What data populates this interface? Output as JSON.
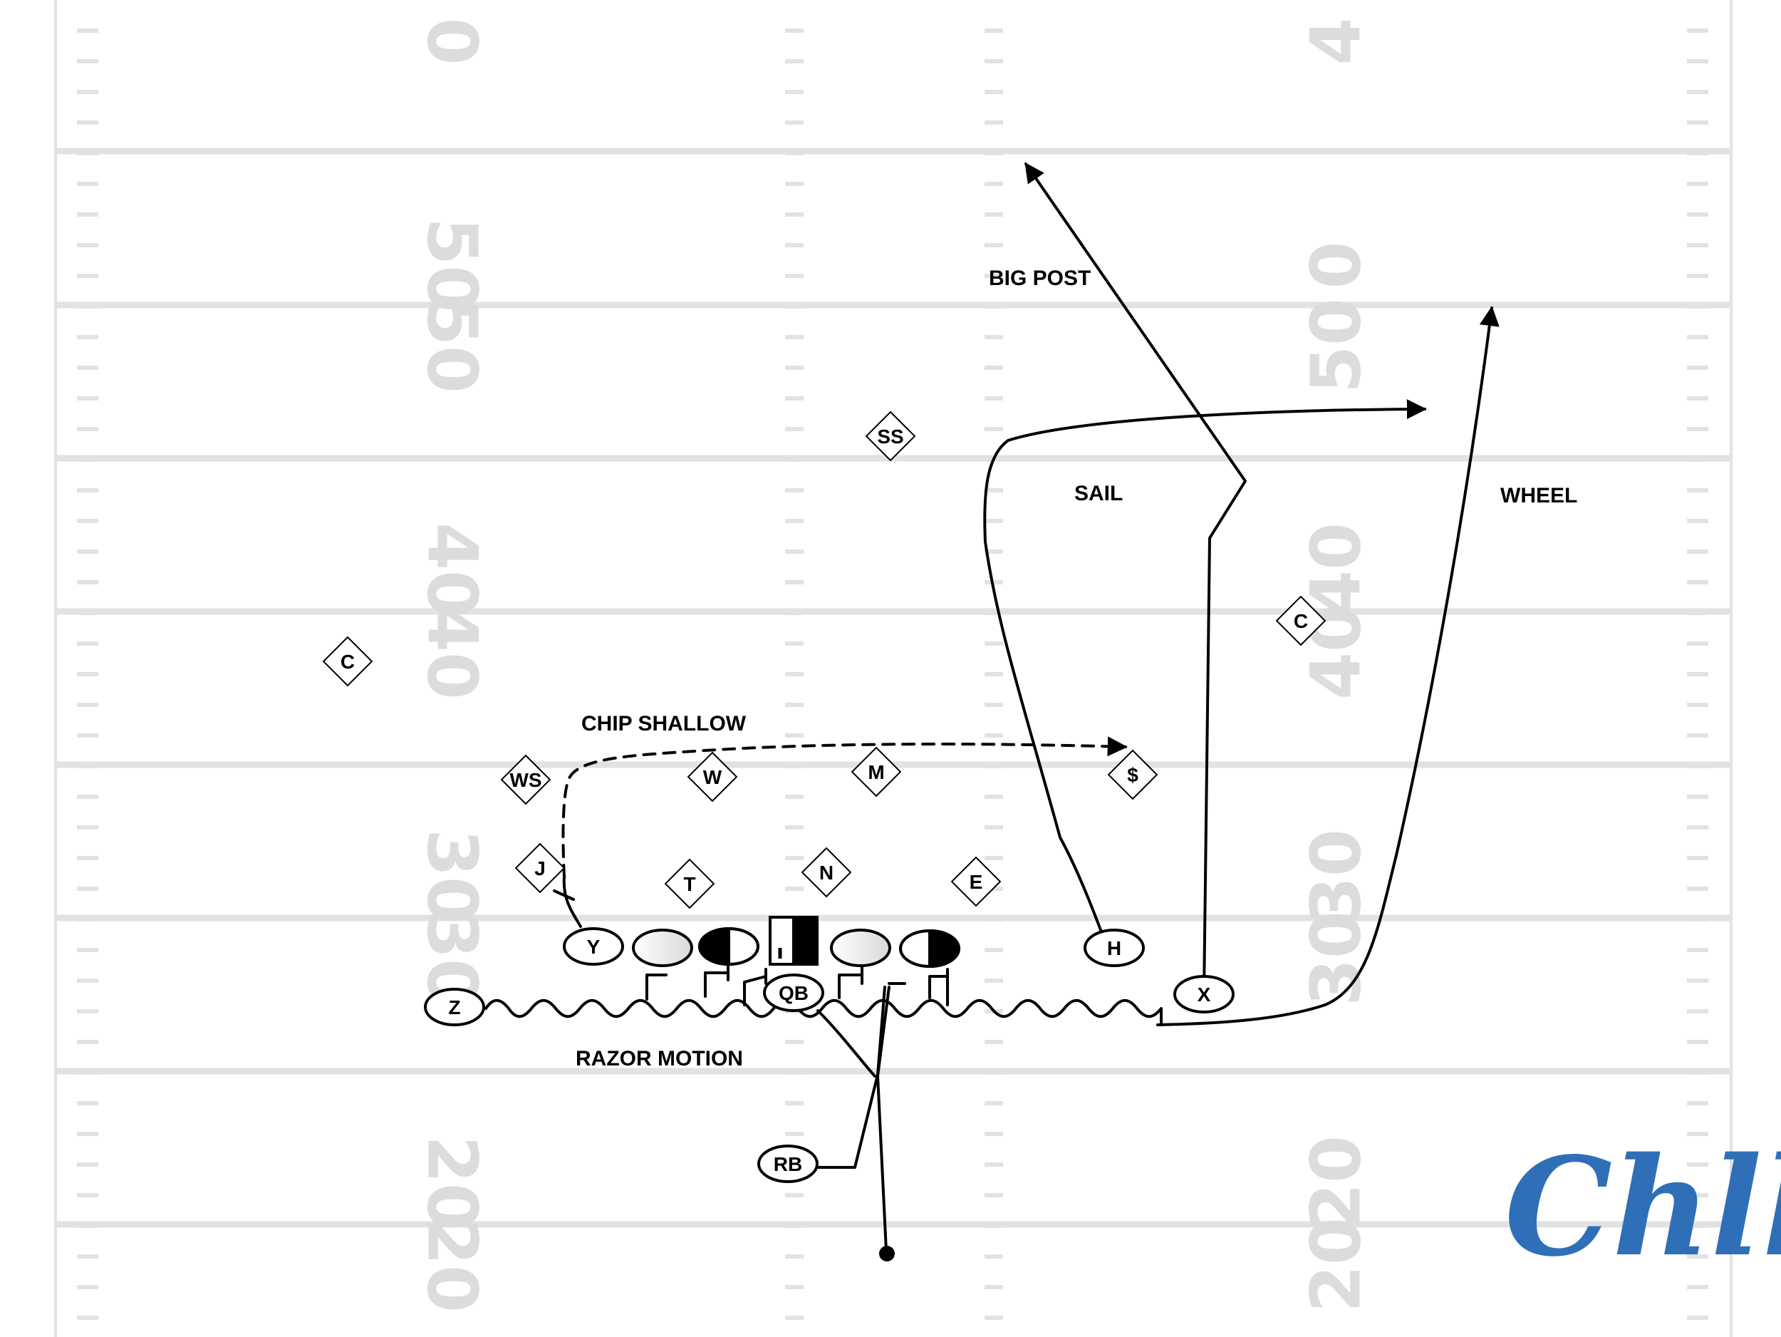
{
  "yard_numbers": {
    "left": [
      "0",
      "50",
      "50",
      "40",
      "40",
      "30",
      "30",
      "20",
      "20"
    ],
    "right": [
      "4",
      "0",
      "50",
      "40",
      "40",
      "30",
      "30",
      "20",
      "20"
    ]
  },
  "route_labels": {
    "big_post": "BIG POST",
    "sail": "SAIL",
    "wheel": "WHEEL",
    "chip_shallow": "CHIP SHALLOW",
    "razor_motion": "RAZOR MOTION"
  },
  "offense": {
    "y": "Y",
    "z": "Z",
    "qb": "QB",
    "rb": "RB",
    "h": "H",
    "x": "X"
  },
  "defense": {
    "ss": "SS",
    "c_left": "C",
    "c_right": "C",
    "ws": "WS",
    "w": "W",
    "m": "M",
    "dollar": "$",
    "j": "J",
    "t": "T",
    "n": "N",
    "e": "E"
  },
  "logo": {
    "text": "Chlk",
    "color": "#2f6fb8"
  }
}
